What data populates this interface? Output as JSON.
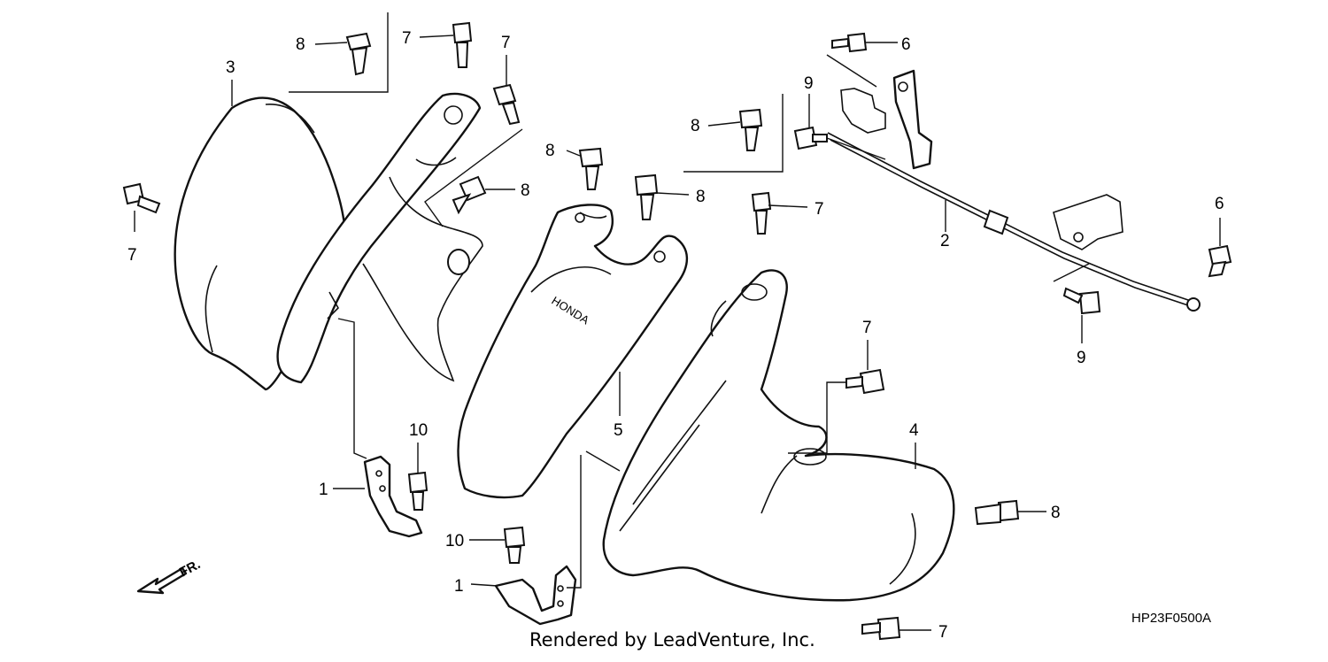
{
  "diagram": {
    "callouts": {
      "c1a": "1",
      "c1b": "1",
      "c2": "2",
      "c3": "3",
      "c4": "4",
      "c5": "5",
      "c6a": "6",
      "c6b": "6",
      "c7a": "7",
      "c7b": "7",
      "c7c": "7",
      "c7d": "7",
      "c7e": "7",
      "c7f": "7",
      "c8a": "8",
      "c8b": "8",
      "c8c": "8",
      "c8d": "8",
      "c8e": "8",
      "c8f": "8",
      "c9a": "9",
      "c9b": "9",
      "c10a": "10",
      "c10b": "10"
    },
    "direction_label": "FR.",
    "logo_text": "HONDA",
    "credit": "Rendered by LeadVenture, Inc.",
    "reference_code": "HP23F0500A"
  }
}
